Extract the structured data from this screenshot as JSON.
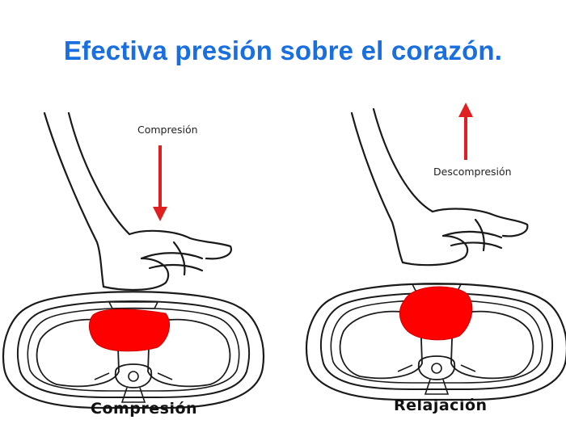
{
  "title": "Efectiva presión sobre el corazón.",
  "left_panel": {
    "annotation": "Compresión",
    "caption": "Compresión",
    "arrow_direction": "down"
  },
  "right_panel": {
    "annotation": "Descompresión",
    "caption": "Relajación",
    "arrow_direction": "up"
  },
  "colors": {
    "title": "#1a6fe0",
    "heart": "#ff0000",
    "arrow": "#e02020",
    "outline": "#1a1a1a"
  }
}
